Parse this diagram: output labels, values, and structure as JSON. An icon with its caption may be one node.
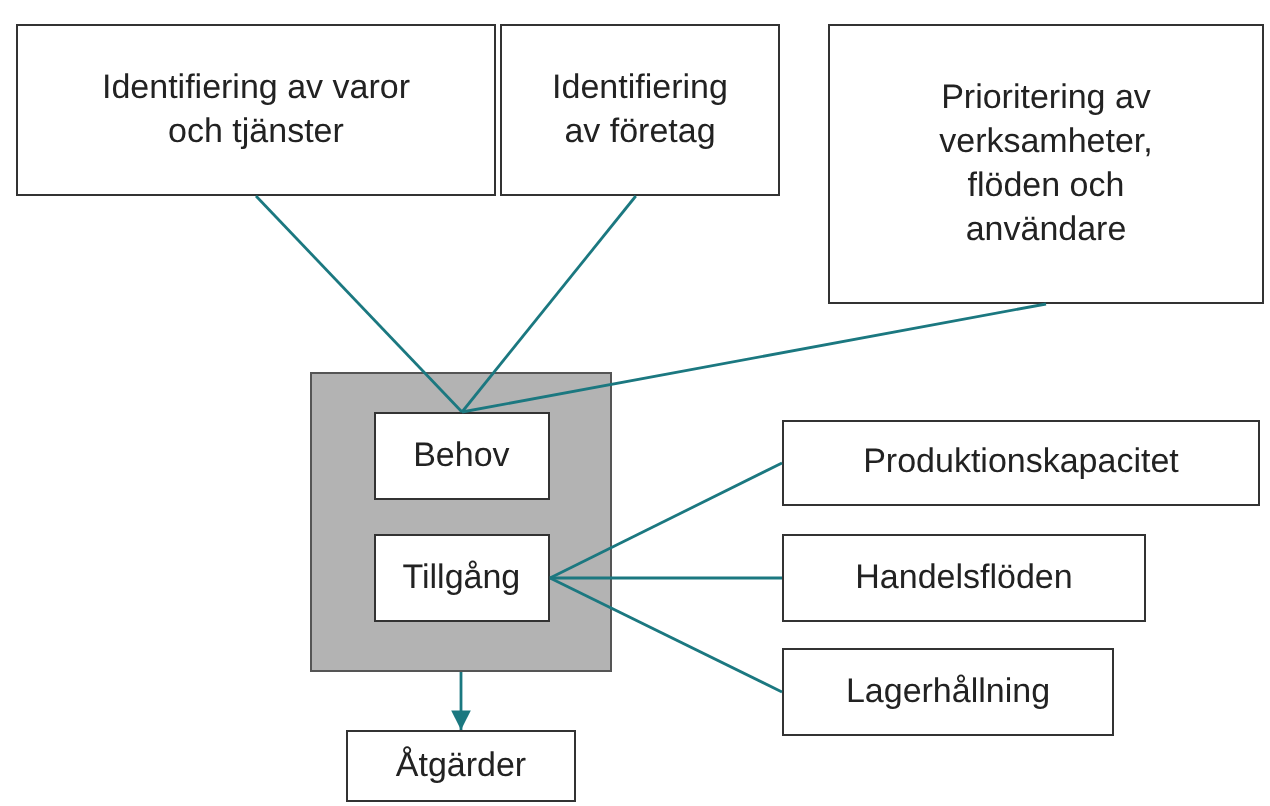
{
  "diagram": {
    "nodes": [
      {
        "text": [
          "Identifiering av varor och tjänster"
        ]
      },
      {
        "text": [
          "Identifiering av företag"
        ]
      },
      {
        "text": [
          "Prioritering av verksamheter, flöden och användare"
        ]
      },
      {
        "text": [],
        "shape": "box"
      },
      {
        "text": [
          "Behov"
        ],
        "in": 3
      },
      {
        "text": [
          "Tillgång"
        ],
        "in": 3
      },
      {
        "text": [
          "Åtgärder"
        ]
      },
      {
        "text": [
          "Produktionskapacitet"
        ]
      },
      {
        "text": [
          "Handelsflöden"
        ]
      },
      {
        "text": [
          "Lagerhållning"
        ]
      }
    ],
    "edges": [
      {
        "from": 0,
        "to": 4,
        "arrow": "none"
      },
      {
        "from": 1,
        "to": 4,
        "arrow": "none"
      },
      {
        "from": 2,
        "to": 4,
        "arrow": "none"
      },
      {
        "from": 3,
        "to": 6,
        "arrow": "to"
      },
      {
        "from": 5,
        "to": 7,
        "arrow": "none"
      },
      {
        "from": 5,
        "to": 8,
        "arrow": "none"
      },
      {
        "from": 5,
        "to": 9,
        "arrow": "none"
      }
    ]
  }
}
